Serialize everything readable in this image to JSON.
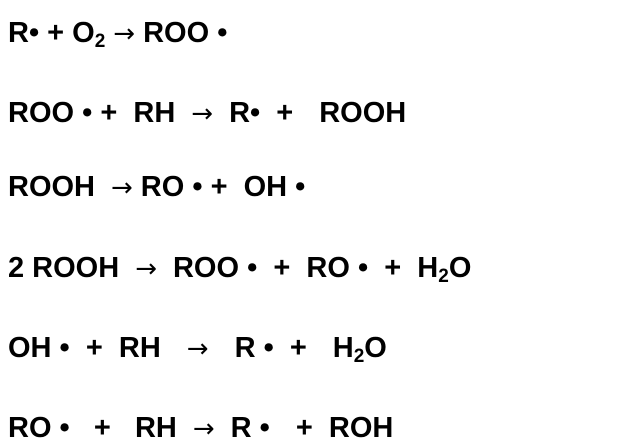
{
  "equations": [
    {
      "parts": {
        "a": "R• + O",
        "sub1": "2",
        "arrow": "→",
        "b": "ROO •"
      }
    },
    {
      "parts": {
        "a": "ROO • +  RH",
        "arrow": "→",
        "b": "R•  +",
        "c": "ROOH"
      }
    },
    {
      "parts": {
        "a": "ROOH",
        "arrow": "→",
        "b": "RO • +  OH •"
      }
    },
    {
      "parts": {
        "a": "2 ROOH",
        "arrow": "→",
        "b": "ROO •  +  RO •  +  H",
        "sub1": "2",
        "c": "O"
      }
    },
    {
      "parts": {
        "a": "OH •  +  RH",
        "arrow": "→",
        "b": "R •  +",
        "c": "H",
        "sub1": "2",
        "d": "O"
      }
    },
    {
      "parts": {
        "a": "RO •   +   RH",
        "arrow": "→",
        "b": "R •",
        "c": "+  ROH"
      }
    }
  ]
}
